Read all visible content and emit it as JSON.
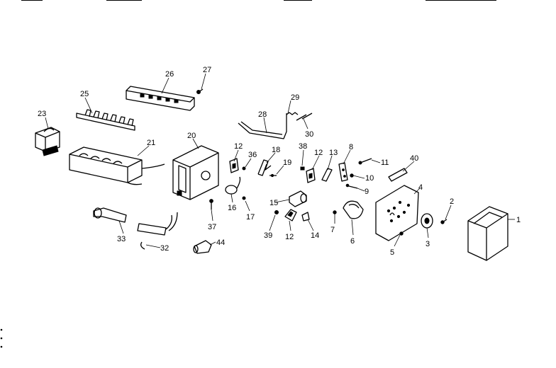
{
  "callouts": [
    {
      "n": "1"
    },
    {
      "n": "2"
    },
    {
      "n": "3"
    },
    {
      "n": "4"
    },
    {
      "n": "5"
    },
    {
      "n": "6"
    },
    {
      "n": "7"
    },
    {
      "n": "8"
    },
    {
      "n": "9"
    },
    {
      "n": "10"
    },
    {
      "n": "11"
    },
    {
      "n": "12"
    },
    {
      "n": "12"
    },
    {
      "n": "12"
    },
    {
      "n": "13"
    },
    {
      "n": "14"
    },
    {
      "n": "15"
    },
    {
      "n": "16"
    },
    {
      "n": "17"
    },
    {
      "n": "18"
    },
    {
      "n": "19"
    },
    {
      "n": "20"
    },
    {
      "n": "21"
    },
    {
      "n": "23"
    },
    {
      "n": "25"
    },
    {
      "n": "26"
    },
    {
      "n": "27"
    },
    {
      "n": "28"
    },
    {
      "n": "29"
    },
    {
      "n": "30"
    },
    {
      "n": "32"
    },
    {
      "n": "33"
    },
    {
      "n": "36"
    },
    {
      "n": "37"
    },
    {
      "n": "38"
    },
    {
      "n": "39"
    },
    {
      "n": "40"
    },
    {
      "n": "44"
    }
  ]
}
